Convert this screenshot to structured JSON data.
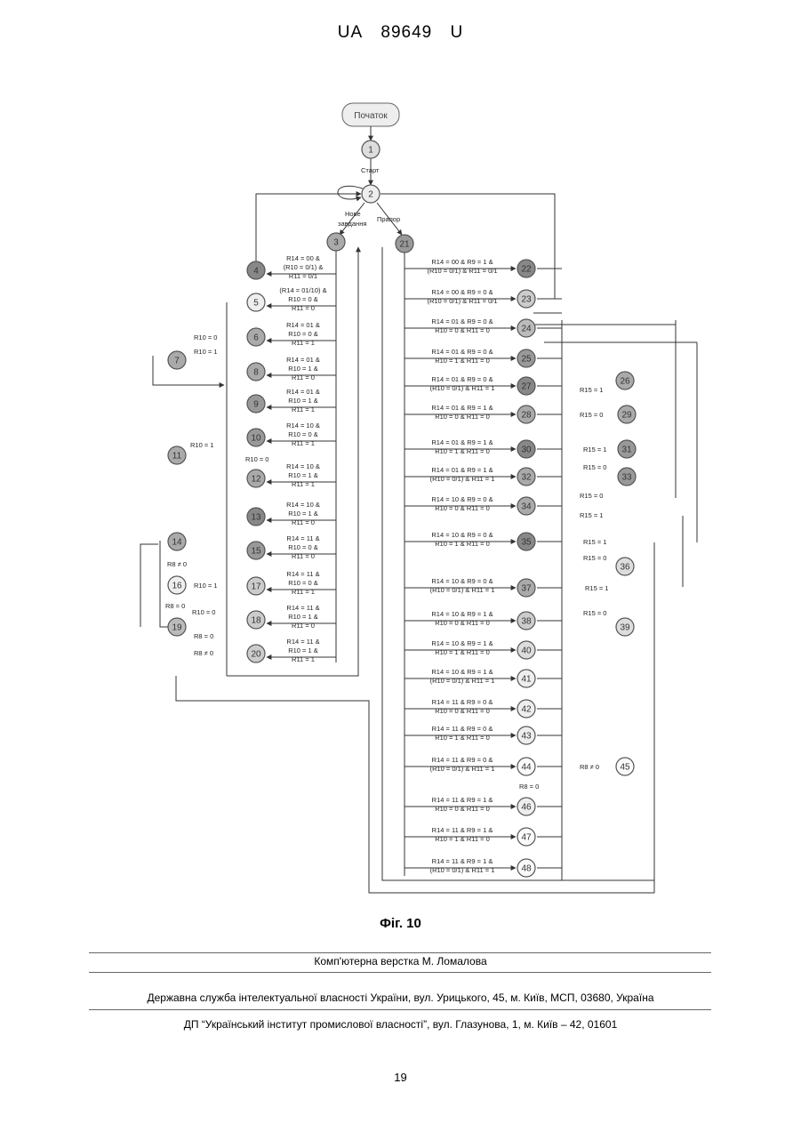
{
  "header": {
    "country": "UA",
    "number": "89649",
    "kind": "U"
  },
  "diagram": {
    "start_label": "Початок",
    "edge_labels": {
      "start": "Старт",
      "new_task_1": "Нове",
      "new_task_2": "завдання",
      "flag": "Прапор"
    },
    "nodes": {
      "n1": "1",
      "n2": "2",
      "n3": "3",
      "n4": "4",
      "n5": "5",
      "n6": "6",
      "n7": "7",
      "n8": "8",
      "n9": "9",
      "n10": "10",
      "n11": "11",
      "n12": "12",
      "n13": "13",
      "n14": "14",
      "n15": "15",
      "n16": "16",
      "n17": "17",
      "n18": "18",
      "n19": "19",
      "n20": "20",
      "n21": "21",
      "n22": "22",
      "n23": "23",
      "n24": "24",
      "n25": "25",
      "n26": "26",
      "n27": "27",
      "n28": "28",
      "n29": "29",
      "n30": "30",
      "n31": "31",
      "n32": "32",
      "n33": "33",
      "n34": "34",
      "n35": "35",
      "n36": "36",
      "n37": "37",
      "n38": "38",
      "n39": "39",
      "n40": "40",
      "n41": "41",
      "n42": "42",
      "n43": "43",
      "n44": "44",
      "n45": "45",
      "n46": "46",
      "n47": "47",
      "n48": "48"
    },
    "left_conditions": {
      "c4": [
        "R14 = 00 &",
        "(R10 = 0/1) &",
        "R11 = 0/1"
      ],
      "c5": [
        "(R14 = 01/10) &",
        "R10 = 0 &",
        "R11 = 0"
      ],
      "c6": [
        "R14 = 01 &",
        "R10 = 0 &",
        "R11 = 1"
      ],
      "c8": [
        "R14 = 01 &",
        "R10 = 1 &",
        "R11 = 0"
      ],
      "c9": [
        "R14 = 01 &",
        "R10 = 1 &",
        "R11 = 1"
      ],
      "c10": [
        "R14 = 10 &",
        "R10 = 0 &",
        "R11 = 1"
      ],
      "c12": [
        "R14 = 10 &",
        "R10 = 1 &",
        "R11 = 1"
      ],
      "c13": [
        "R14 = 10 &",
        "R10 = 1 &",
        "R11 = 0"
      ],
      "c15": [
        "R14 = 11 &",
        "R10 = 0 &",
        "R11 = 0"
      ],
      "c17": [
        "R14 = 11 &",
        "R10 = 0 &",
        "R11 = 1"
      ],
      "c18": [
        "R14 = 11 &",
        "R10 = 1 &",
        "R11 = 0"
      ],
      "c20": [
        "R14 = 11 &",
        "R10 = 1 &",
        "R11 = 1"
      ]
    },
    "right_conditions": {
      "c22": [
        "R14 = 00 & R9 = 1 &",
        "(R10 = 0/1) & R11 = 0/1"
      ],
      "c23": [
        "R14 = 00 & R9 = 0 &",
        "(R10 = 0/1) & R11 = 0/1"
      ],
      "c24": [
        "R14 = 01 & R9 = 0 &",
        "R10 = 0 & R11 = 0"
      ],
      "c25": [
        "R14 = 01 & R9 = 0 &",
        "R10 = 1 & R11 = 0"
      ],
      "c27": [
        "R14 = 01 & R9 = 0 &",
        "(R10 = 0/1) & R11 = 1"
      ],
      "c28": [
        "R14 = 01 & R9 = 1 &",
        "R10 = 0 & R11 = 0"
      ],
      "c30": [
        "R14 = 01 & R9 = 1 &",
        "R10 = 1 & R11 = 0"
      ],
      "c32": [
        "R14 = 01 & R9 = 1 &",
        "(R10 = 0/1) & R11 = 1"
      ],
      "c34": [
        "R14 = 10 & R9 = 0 &",
        "R10 = 0 & R11 = 0"
      ],
      "c35": [
        "R14 = 10 & R9 = 0 &",
        "R10 = 1 & R11 = 0"
      ],
      "c37": [
        "R14 = 10 & R9 = 0 &",
        "(R10 = 0/1) & R11 = 1"
      ],
      "c38": [
        "R14 = 10 & R9 = 1 &",
        "R10 = 0 & R11 = 0"
      ],
      "c40": [
        "R14 = 10 & R9 = 1 &",
        "R10 = 1 & R11 = 0"
      ],
      "c41": [
        "R14 = 10 & R9 = 1 &",
        "(R10 = 0/1) & R11 = 1"
      ],
      "c42": [
        "R14 = 11 & R9 = 0 &",
        "R10 = 0 & R11 = 0"
      ],
      "c43": [
        "R14 = 11 & R9 = 0 &",
        "R10 = 1 & R11 = 0"
      ],
      "c44": [
        "R14 = 11 & R9 = 0 &",
        "(R10 = 0/1) & R11 = 1"
      ],
      "c46": [
        "R14 = 11 & R9 = 1 &",
        "R10 = 0 & R11 = 0"
      ],
      "c47": [
        "R14 = 11 & R9 = 1 &",
        "R10 = 1 & R11 = 0"
      ],
      "c48": [
        "R14 = 11 & R9 = 1 &",
        "(R10 = 0/1) & R11 = 1"
      ]
    },
    "small_labels": {
      "r10_0_a": "R10 = 0",
      "r10_1_a": "R10 = 1",
      "r10_1_b": "R10 = 1",
      "r10_0_b": "R10 = 0",
      "r8ne0_a": "R8 ≠ 0",
      "r10_1_c": "R10 = 1",
      "r8eq0_a": "R8 = 0",
      "r10_0_c": "R10 = 0",
      "r8eq0_b": "R8 = 0",
      "r8ne0_b": "R8 ≠ 0",
      "r15_1_a": "R15 = 1",
      "r15_0_a": "R15 = 0",
      "r15_1_b": "R15 = 1",
      "r15_0_b": "R15 = 0",
      "r15_0_c": "R15 = 0",
      "r15_1_c": "R15 = 1",
      "r15_1_d": "R15 = 1",
      "r15_0_d": "R15 = 0",
      "r15_1_e": "R15 = 1",
      "r15_0_e": "R15 = 0",
      "r8ne0_c": "R8 ≠ 0",
      "r8eq0_c": "R8 = 0"
    }
  },
  "figure_caption": "Фіг. 10",
  "footer": {
    "layout_credit": "Комп'ютерна верстка М. Ломалова",
    "office": "Державна служба інтелектуальної власності України, вул. Урицького, 45, м. Київ, МСП, 03680, Україна",
    "institute": "ДП “Український інститут промислової власності”, вул. Глазунова, 1, м. Київ – 42, 01601"
  },
  "page_number": "19"
}
